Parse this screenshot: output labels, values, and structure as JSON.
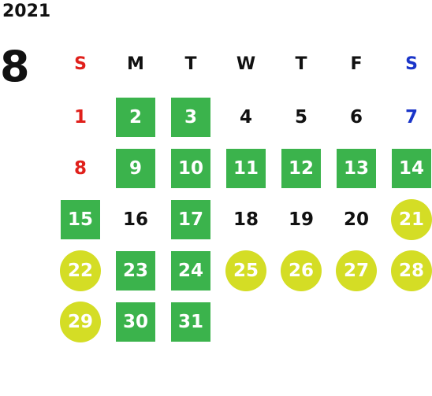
{
  "year": "2021",
  "month": "8",
  "weekdays": [
    {
      "label": "S",
      "kind": "sun"
    },
    {
      "label": "M",
      "kind": "normal"
    },
    {
      "label": "T",
      "kind": "normal"
    },
    {
      "label": "W",
      "kind": "normal"
    },
    {
      "label": "T",
      "kind": "normal"
    },
    {
      "label": "F",
      "kind": "normal"
    },
    {
      "label": "S",
      "kind": "sat"
    }
  ],
  "first_weekday_index": 0,
  "days": [
    {
      "day": "1",
      "mark": "none"
    },
    {
      "day": "2",
      "mark": "green"
    },
    {
      "day": "3",
      "mark": "green"
    },
    {
      "day": "4",
      "mark": "none"
    },
    {
      "day": "5",
      "mark": "none"
    },
    {
      "day": "6",
      "mark": "none"
    },
    {
      "day": "7",
      "mark": "none"
    },
    {
      "day": "8",
      "mark": "none"
    },
    {
      "day": "9",
      "mark": "green"
    },
    {
      "day": "10",
      "mark": "green"
    },
    {
      "day": "11",
      "mark": "green"
    },
    {
      "day": "12",
      "mark": "green"
    },
    {
      "day": "13",
      "mark": "green"
    },
    {
      "day": "14",
      "mark": "green"
    },
    {
      "day": "15",
      "mark": "green"
    },
    {
      "day": "16",
      "mark": "none"
    },
    {
      "day": "17",
      "mark": "green"
    },
    {
      "day": "18",
      "mark": "none"
    },
    {
      "day": "19",
      "mark": "none"
    },
    {
      "day": "20",
      "mark": "none"
    },
    {
      "day": "21",
      "mark": "circle"
    },
    {
      "day": "22",
      "mark": "circle"
    },
    {
      "day": "23",
      "mark": "green"
    },
    {
      "day": "24",
      "mark": "green"
    },
    {
      "day": "25",
      "mark": "circle"
    },
    {
      "day": "26",
      "mark": "circle"
    },
    {
      "day": "27",
      "mark": "circle"
    },
    {
      "day": "28",
      "mark": "circle"
    },
    {
      "day": "29",
      "mark": "circle"
    },
    {
      "day": "30",
      "mark": "green"
    },
    {
      "day": "31",
      "mark": "green"
    }
  ],
  "colors": {
    "green_mark": "#3bb34c",
    "circle_mark": "#d4dd25",
    "sunday_text": "#e0201b",
    "saturday_text": "#1a35c9",
    "default_text": "#111111"
  }
}
